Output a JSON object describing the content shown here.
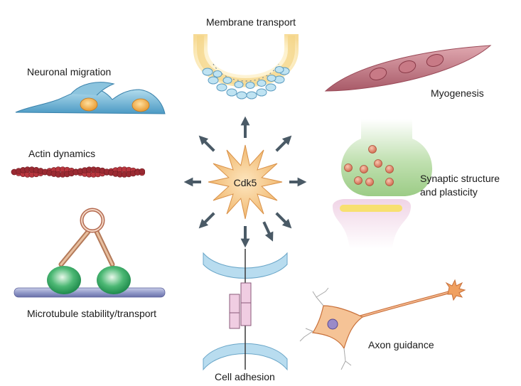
{
  "center": {
    "label": "Cdk5"
  },
  "labels": {
    "membrane_transport": "Membrane transport",
    "neuronal_migration": "Neuronal migration",
    "myogenesis": "Myogenesis",
    "actin_dynamics": "Actin dynamics",
    "synaptic_line1": "Synaptic structure",
    "synaptic_line2": "and plasticity",
    "microtubule": "Microtubule stability/transport",
    "axon_guidance": "Axon guidance",
    "cell_adhesion": "Cell adhesion"
  },
  "colors": {
    "center_star": "#f3c27e",
    "arrows": "#4a5a66",
    "cell_blue": "#5aa3c8",
    "nucleus": "#f0a840",
    "muscle": "#b8707a",
    "actin": "#a83038",
    "vesicle_green": "#a8d090",
    "postsynaptic_pink": "#f0d8e8",
    "motor_green": "#2a9a58",
    "microtubule": "#8890c0",
    "adhesion_pink": "#e8b0d0",
    "axon_orange": "#e8a060"
  }
}
